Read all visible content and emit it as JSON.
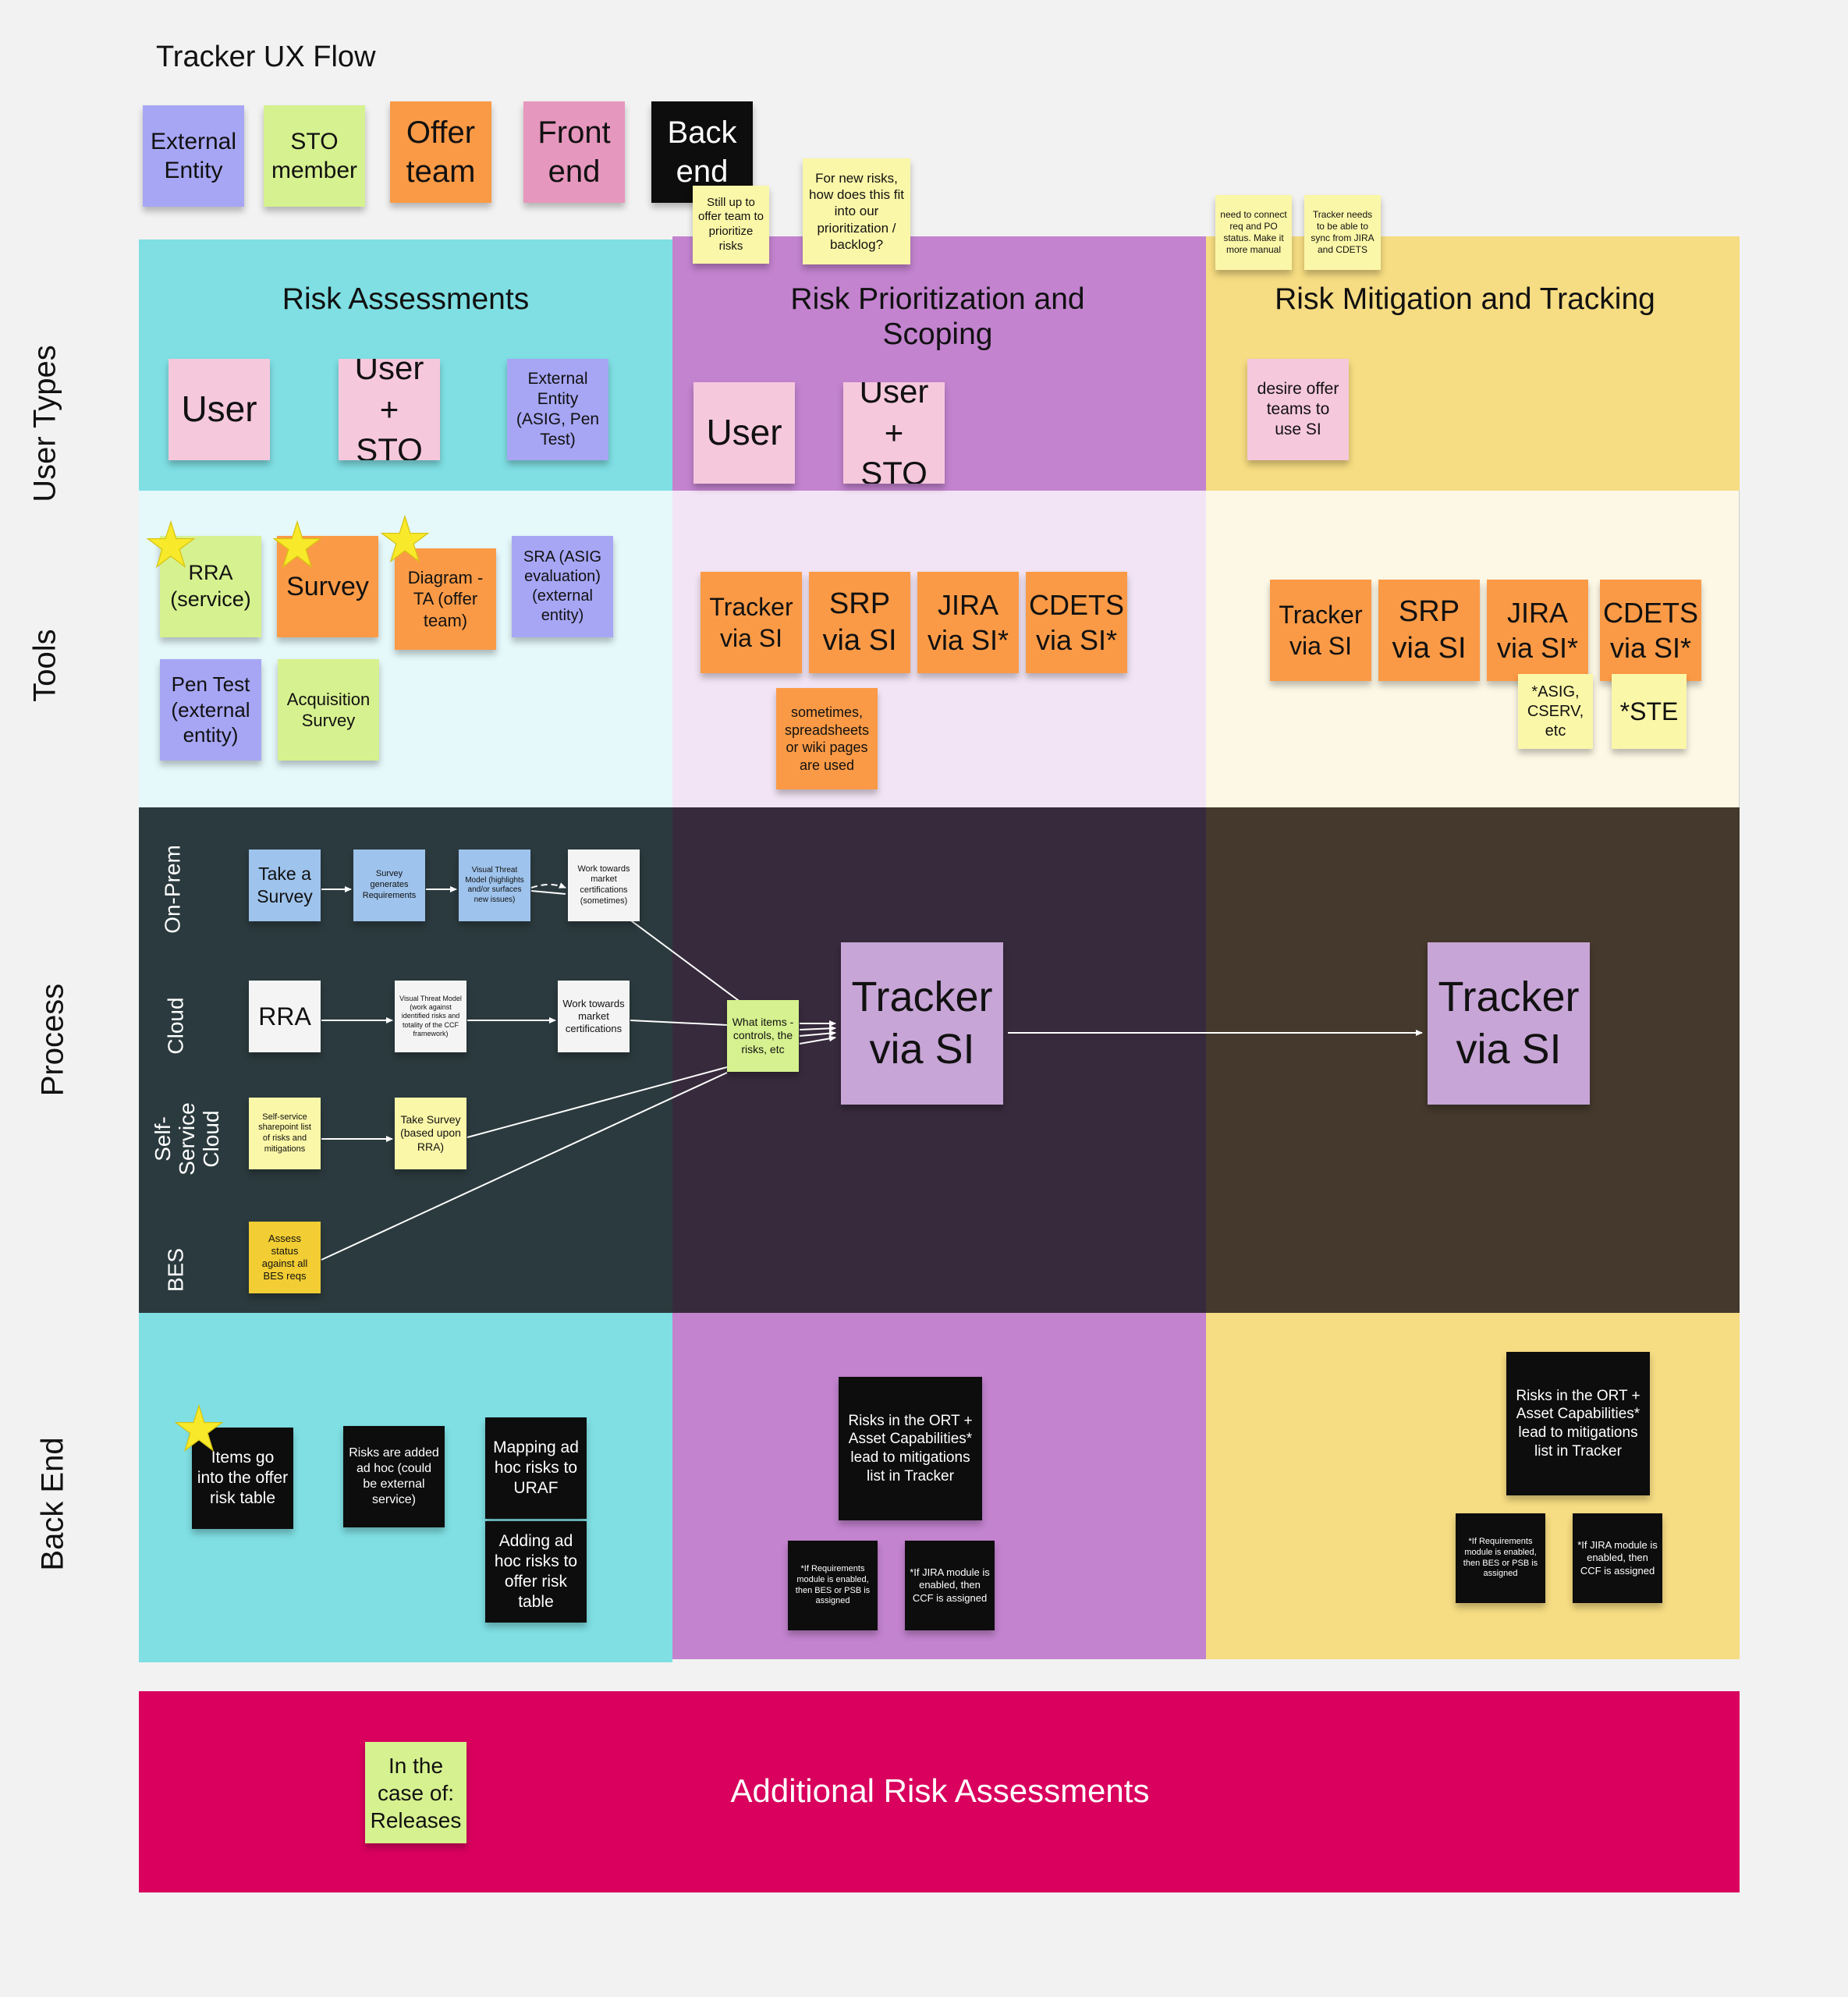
{
  "title": "Tracker UX Flow",
  "legend": {
    "external_entity": "External Entity",
    "sto_member": "STO member",
    "offer_team": "Offer team",
    "front_end": "Front end",
    "back_end": "Back end"
  },
  "top_notes": {
    "prioritize": "Still up to offer team to prioritize risks",
    "backlog": "For new risks, how does this fit into our prioritization / backlog?",
    "connect": "need to connect req and PO status. Make it more manual",
    "sync": "Tracker needs to be able to sync from JIRA and CDETS"
  },
  "columns": {
    "assessments": "Risk Assessments",
    "prioritization": "Risk Prioritization and Scoping",
    "mitigation": "Risk Mitigation and Tracking"
  },
  "rows": {
    "user_types": "User Types",
    "tools": "Tools",
    "process": "Process",
    "back_end": "Back End"
  },
  "user_types": {
    "ra_user": "User",
    "ra_user_sto": "User + STO",
    "ra_external": "External Entity (ASIG, Pen Test)",
    "rp_user": "User",
    "rp_user_sto": "User + STO",
    "rm_desire": "desire offer teams to use SI"
  },
  "tools": {
    "rra": "RRA (service)",
    "survey": "Survey",
    "diagram": "Diagram - TA (offer team)",
    "sra": "SRA (ASIG evaluation) (external entity)",
    "pentest": "Pen Test (external entity)",
    "acquisition": "Acquisition Survey",
    "rp_tracker": "Tracker via SI",
    "rp_srp": "SRP via SI",
    "rp_jira": "JIRA via SI*",
    "rp_cdets": "CDETS via SI*",
    "rp_sometimes": "sometimes, spreadsheets or wiki pages are used",
    "rm_tracker": "Tracker via SI",
    "rm_srp": "SRP via SI",
    "rm_jira": "JIRA via SI*",
    "rm_cdets": "CDETS via SI*",
    "rm_asig": "*ASIG, CSERV, etc",
    "rm_ste": "*STE"
  },
  "process": {
    "lane_onprem": "On-Prem",
    "lane_cloud": "Cloud",
    "lane_selfservice": "Self-Service Cloud",
    "lane_bes": "BES",
    "take_survey": "Take a Survey",
    "survey_generates": "Survey generates Requirements",
    "visual_threat_onprem": "Visual Threat Model (highlights and/or surfaces new issues)",
    "work_towards_onprem": "Work towards market certifications (sometimes)",
    "rra": "RRA",
    "visual_threat_cloud": "Visual Threat Model (work against identified risks and totality of the CCF framework)",
    "work_towards_cloud": "Work towards market certifications",
    "selfservice_list": "Self-service sharepoint list of risks and mitigations",
    "take_survey_rra": "Take Survey (based upon RRA)",
    "assess_bes": "Assess status against all BES reqs",
    "what_items": "What items - controls, the risks, etc",
    "tracker_mid": "Tracker via SI",
    "tracker_right": "Tracker via SI"
  },
  "back_end": {
    "items_go": "Items go into the offer risk table",
    "risks_added": "Risks are added ad hoc (could be external service)",
    "mapping": "Mapping ad hoc risks to URAF",
    "adding": "Adding ad hoc risks to offer risk table",
    "rp_risks": "Risks in the ORT + Asset Capabilities* lead to mitigations list in Tracker",
    "rp_req": "*If Requirements module is enabled, then BES or PSB is assigned",
    "rp_jira": "*If JIRA module is enabled, then CCF is assigned",
    "rm_risks": "Risks in the ORT + Asset Capabilities* lead to mitigations list in Tracker",
    "rm_req": "*If Requirements module is enabled, then BES or PSB is assigned",
    "rm_jira": "*If JIRA module is enabled, then CCF is assigned"
  },
  "additional": {
    "case": "In the case of: Releases",
    "title": "Additional Risk Assessments"
  },
  "colors": {
    "assessments": "#7fdfe3",
    "prioritization": "#c383cf",
    "mitigation": "#f6dc82",
    "process_left": "#2b3a3e",
    "process_mid": "#372a3c",
    "process_right": "#45392d",
    "banner": "#d9005e"
  }
}
